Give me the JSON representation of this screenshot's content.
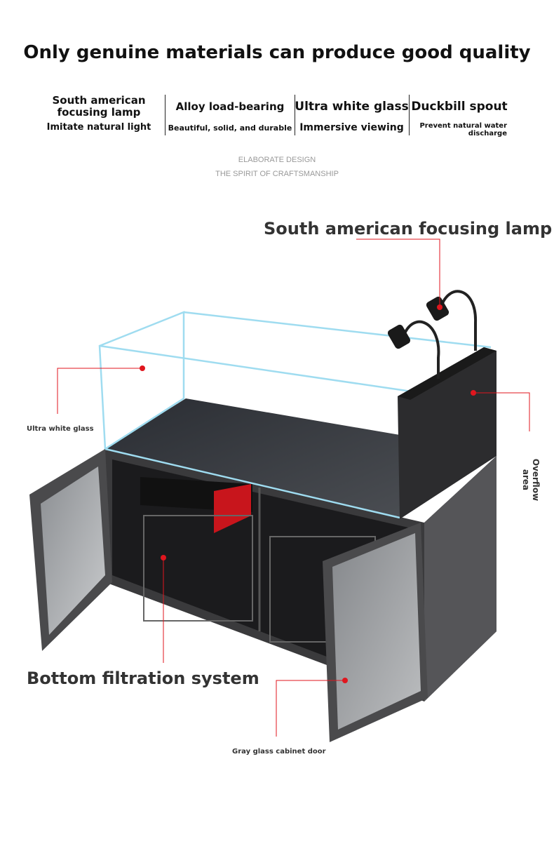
{
  "title": "Only genuine materials can produce good quality",
  "features": [
    {
      "heading": "South american focusing lamp",
      "sub": "Imitate natural light"
    },
    {
      "heading": "Alloy load-bearing",
      "sub": "Beautiful, solid, and durable"
    },
    {
      "heading": "Ultra white glass",
      "sub": "Immersive viewing"
    },
    {
      "heading": "Duckbill spout",
      "sub": "Prevent natural water discharge"
    }
  ],
  "caption": {
    "line1": "ELABORATE DESIGN",
    "line2": "THE SPIRIT OF CRAFTSMANSHIP"
  },
  "callouts": {
    "lamp": "South american focusing lamp",
    "glass": "Ultra white glass",
    "overflow": "Overflow area",
    "filtration": "Bottom filtration system",
    "door": "Gray glass cabinet door"
  },
  "colors": {
    "accent": "#e0161e",
    "cabinet": "#3a3a3c",
    "glass": "#9fdcf0"
  }
}
